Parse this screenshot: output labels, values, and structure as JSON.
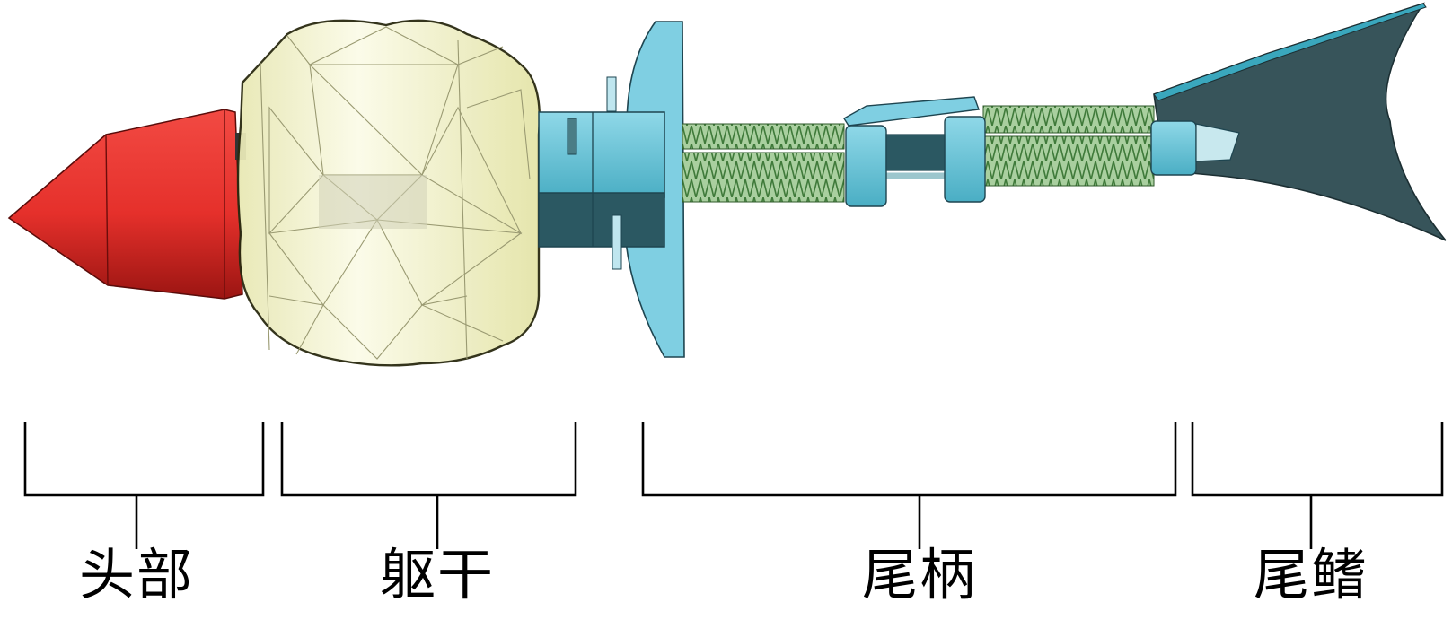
{
  "diagram": {
    "sections": [
      {
        "id": "head",
        "label": "头部"
      },
      {
        "id": "trunk",
        "label": "躯干"
      },
      {
        "id": "tail-stem",
        "label": "尾柄"
      },
      {
        "id": "tail-fin",
        "label": "尾鳍"
      }
    ],
    "colors": {
      "head": "#e5302b",
      "head_dark": "#9b1512",
      "trunk_fill": "#f2f2cf",
      "trunk_edge": "#bcbc86",
      "joint": "#6ec8dc",
      "joint_dark": "#2b5862",
      "spring": "#5f9a5a",
      "tail_fin": "#37545a",
      "tail_fin_edge": "#3aa7bd",
      "bracket": "#000000"
    }
  }
}
